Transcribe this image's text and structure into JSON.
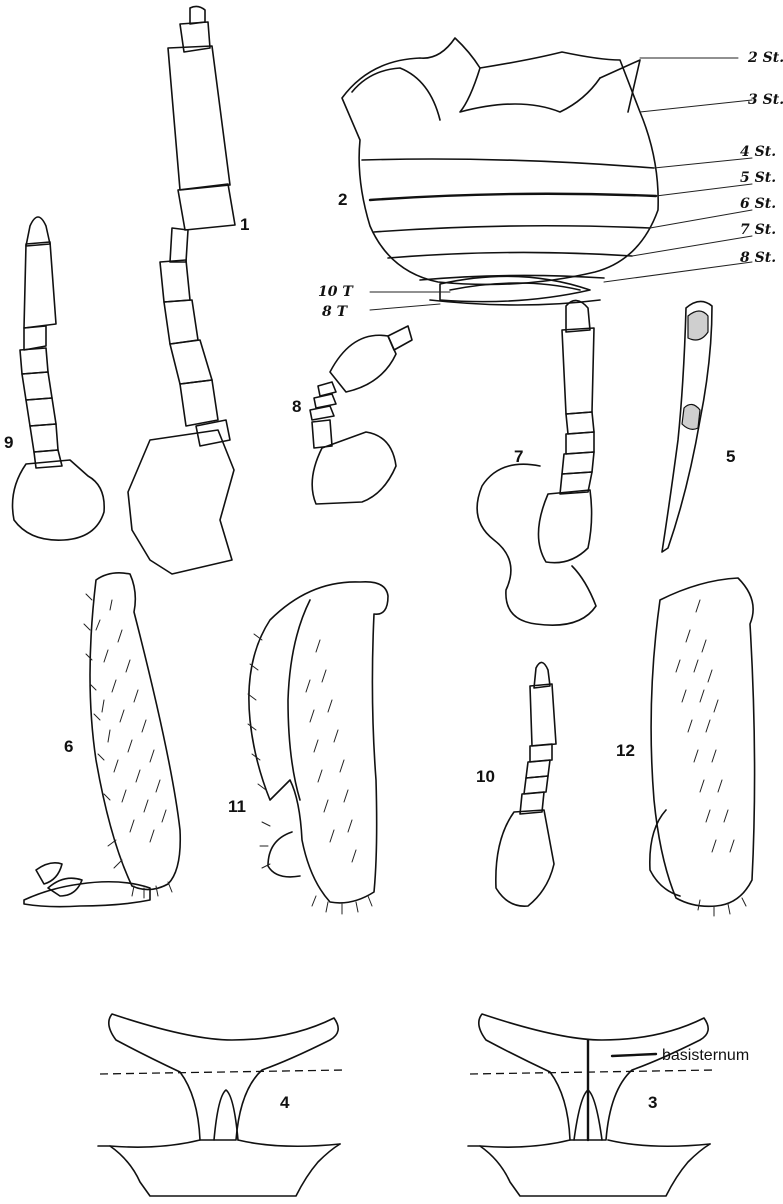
{
  "figure_numbers": {
    "fig1": "1",
    "fig2": "2",
    "fig3": "3",
    "fig4": "4",
    "fig5": "5",
    "fig6": "6",
    "fig7": "7",
    "fig8": "8",
    "fig9": "9",
    "fig10": "10",
    "fig11": "11",
    "fig12": "12"
  },
  "fig2_labels": {
    "st2": "2 St.",
    "st3": "3 St.",
    "st4": "4 St.",
    "st5": "5 St.",
    "st6": "6 St.",
    "st7": "7 St.",
    "st8": "8 St.",
    "t10": "10 T",
    "t8": "8 T"
  },
  "fig3_labels": {
    "basisternum": "basisternum"
  }
}
